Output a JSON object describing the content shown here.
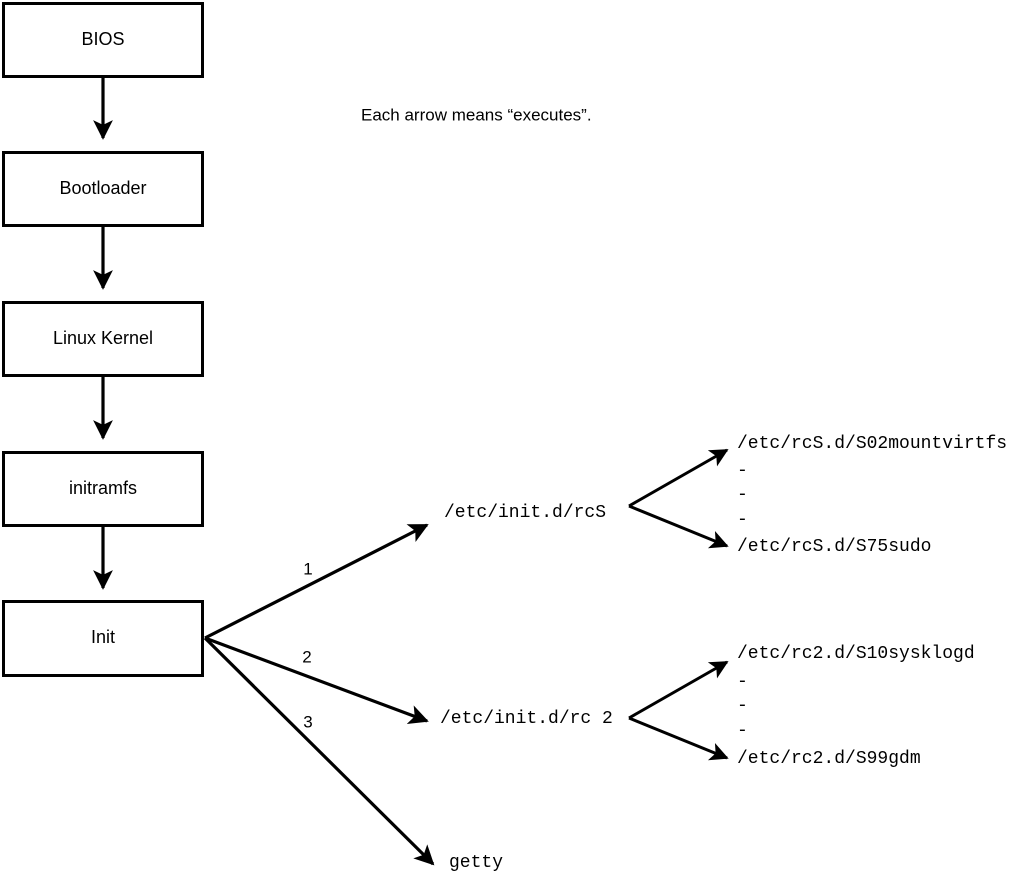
{
  "diagram": {
    "caption": "Each arrow means “executes”.",
    "boot_chain": [
      {
        "label": "BIOS"
      },
      {
        "label": "Bootloader"
      },
      {
        "label": "Linux Kernel"
      },
      {
        "label": "initramfs"
      },
      {
        "label": "Init"
      }
    ],
    "init_branches": [
      {
        "number": "1",
        "target": "/etc/init.d/rcS"
      },
      {
        "number": "2",
        "target": "/etc/init.d/rc 2"
      },
      {
        "number": "3",
        "target": "getty"
      }
    ],
    "rcs_scripts": {
      "first": "/etc/rcS.d/S02mountvirtfs",
      "ellipsis": [
        "-",
        "-",
        "-"
      ],
      "last": "/etc/rcS.d/S75sudo"
    },
    "rc2_scripts": {
      "first": "/etc/rc2.d/S10sysklogd",
      "ellipsis": [
        "-",
        "-",
        "-"
      ],
      "last": "/etc/rc2.d/S99gdm"
    },
    "colors": {
      "stroke": "#000000",
      "fill": "#ffffff",
      "text": "#000000"
    }
  }
}
